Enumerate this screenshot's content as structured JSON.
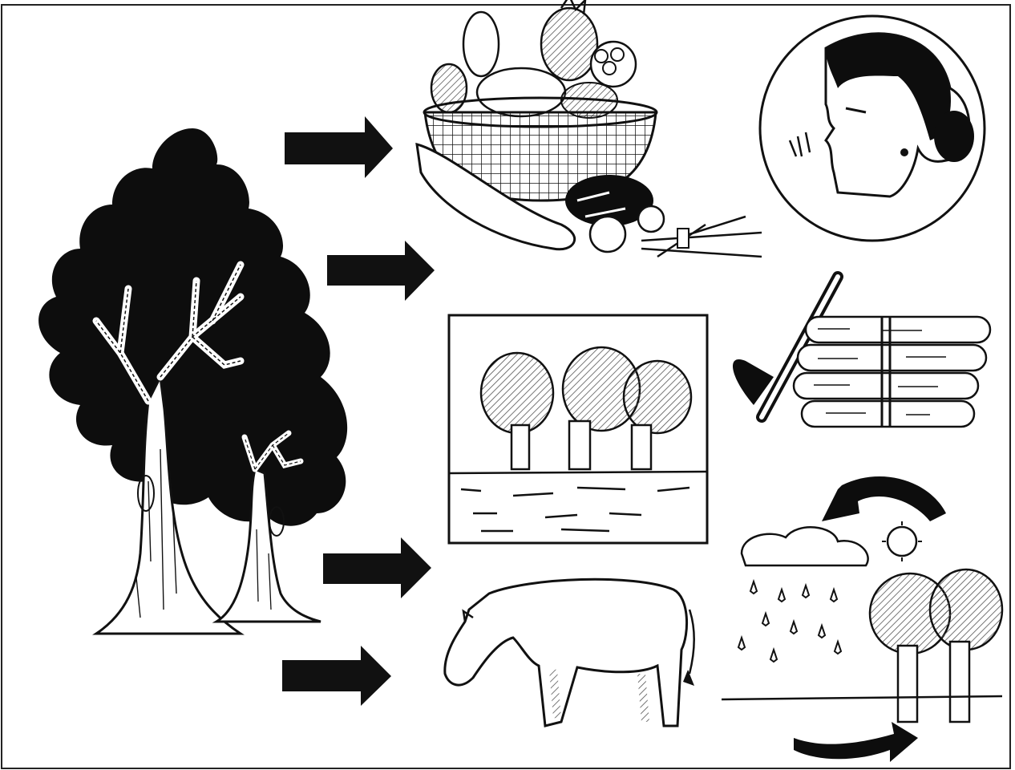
{
  "diagram": {
    "subject": "uses-of-trees",
    "colors": {
      "ink": "#111111",
      "paper": "#ffffff",
      "foliage": "#0d0d0d",
      "hatch": "#555555"
    },
    "nodes": [
      {
        "id": "tree-source",
        "icon": "large-tree-icon"
      },
      {
        "id": "food",
        "icon": "fruit-vegetable-basket-icon"
      },
      {
        "id": "oxygen",
        "icon": "woman-breathing-icon"
      },
      {
        "id": "firewood",
        "icon": "axe-and-logs-icon"
      },
      {
        "id": "soil-protection",
        "icon": "trees-on-land-icon"
      },
      {
        "id": "fodder",
        "icon": "grazing-cow-icon"
      },
      {
        "id": "rain",
        "icon": "rain-cycle-icon"
      }
    ],
    "arrows": [
      {
        "from": "tree-source",
        "to": "food"
      },
      {
        "from": "tree-source",
        "to": "firewood"
      },
      {
        "from": "tree-source",
        "to": "soil-protection"
      },
      {
        "from": "tree-source",
        "to": "fodder"
      }
    ]
  }
}
